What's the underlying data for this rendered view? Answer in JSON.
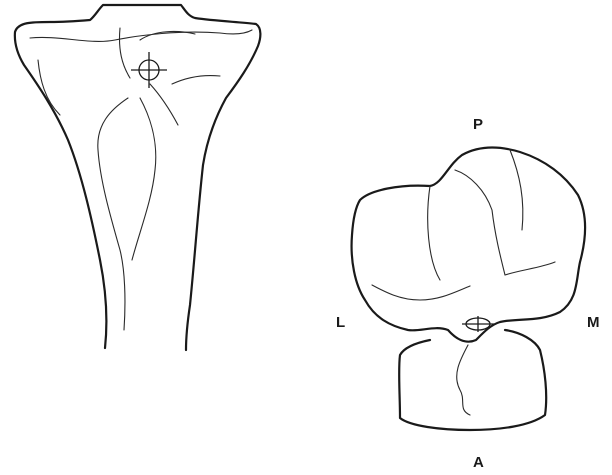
{
  "labels": {
    "posterior": "P",
    "lateral": "L",
    "medial": "M",
    "anterior": "A"
  }
}
